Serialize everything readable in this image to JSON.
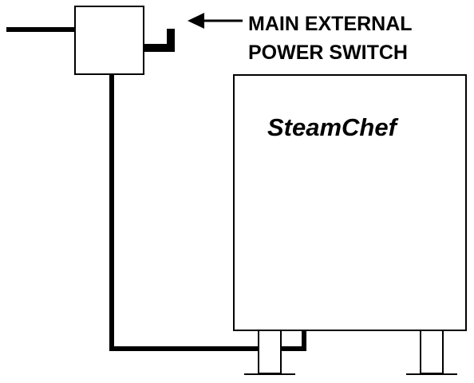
{
  "callout": {
    "line1": "MAIN EXTERNAL",
    "line2": "POWER SWITCH"
  },
  "appliance": {
    "brand": "SteamChef"
  },
  "colors": {
    "ink": "#000000",
    "background": "#ffffff"
  }
}
